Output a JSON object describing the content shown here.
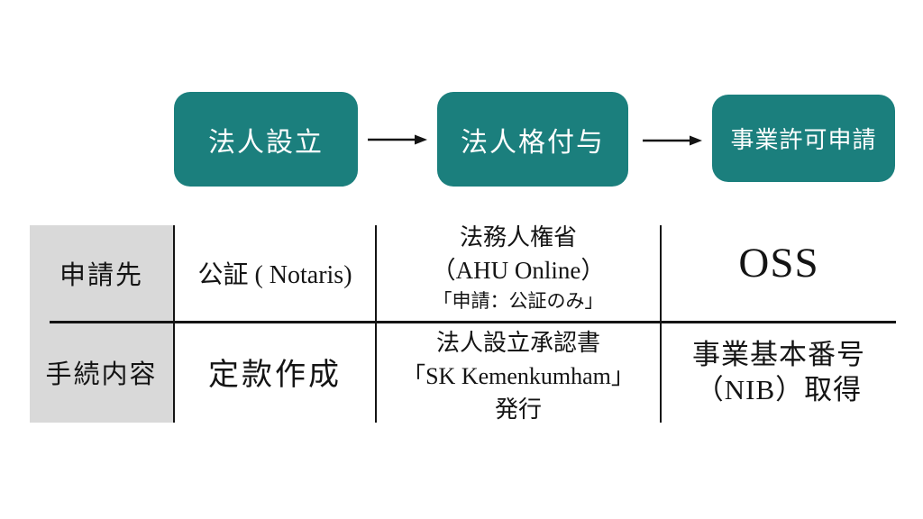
{
  "flow": {
    "steps": [
      {
        "label": "法人設立"
      },
      {
        "label": "法人格付与"
      },
      {
        "label": "事業許可申請"
      }
    ]
  },
  "table": {
    "rows": [
      {
        "header": "申請先",
        "cells": [
          {
            "lines": [
              "公証 ( Notaris)"
            ]
          },
          {
            "lines": [
              "法務人権省",
              "（AHU Online）",
              "「申請：公証のみ」"
            ]
          },
          {
            "lines": [
              "OSS"
            ]
          }
        ]
      },
      {
        "header": "手続内容",
        "cells": [
          {
            "lines": [
              "定款作成"
            ]
          },
          {
            "lines": [
              "法人設立承認書",
              "「SK Kemenkumham」",
              "発行"
            ]
          },
          {
            "lines": [
              "事業基本番号",
              "（NIB）取得"
            ]
          }
        ]
      }
    ]
  },
  "icons": {
    "connector": "arrow-right-icon"
  },
  "colors": {
    "accent_teal": "#1B7F7D",
    "header_gray": "#D9D9D9",
    "line_black": "#141414",
    "box_text_white": "#FFFFFF",
    "background": "#FFFFFF"
  }
}
